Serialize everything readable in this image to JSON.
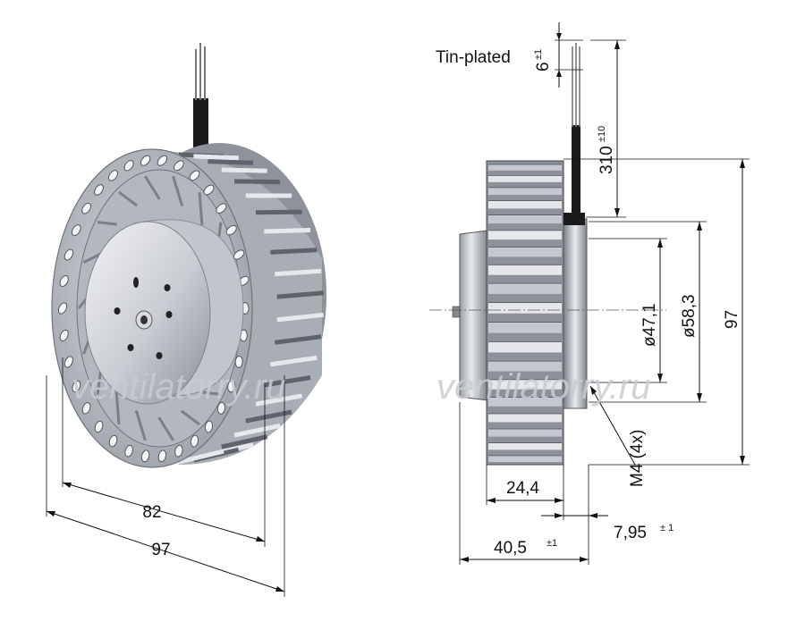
{
  "labels": {
    "tin_plated": "Tin-plated",
    "lead_strip": "6",
    "lead_strip_tol": "±1",
    "cable_length": "310",
    "cable_length_tol": "±10",
    "dia_inner": "ø47,1",
    "dia_outer": "ø58,3",
    "height": "97",
    "thread": "M4 (4x)",
    "hub_width": "24,4",
    "offset": "7,95",
    "offset_tol": "± 1",
    "total_width": "40,5",
    "total_width_tol": "±1",
    "left_dia_inner": "82",
    "left_dia_outer": "97"
  },
  "watermark": "ventilatorry.ru",
  "colors": {
    "metal_light": "#e4e6ea",
    "metal_mid": "#b7bbc2",
    "metal_dark": "#6f747c",
    "cable": "#1a1a1a",
    "line": "#111111"
  }
}
